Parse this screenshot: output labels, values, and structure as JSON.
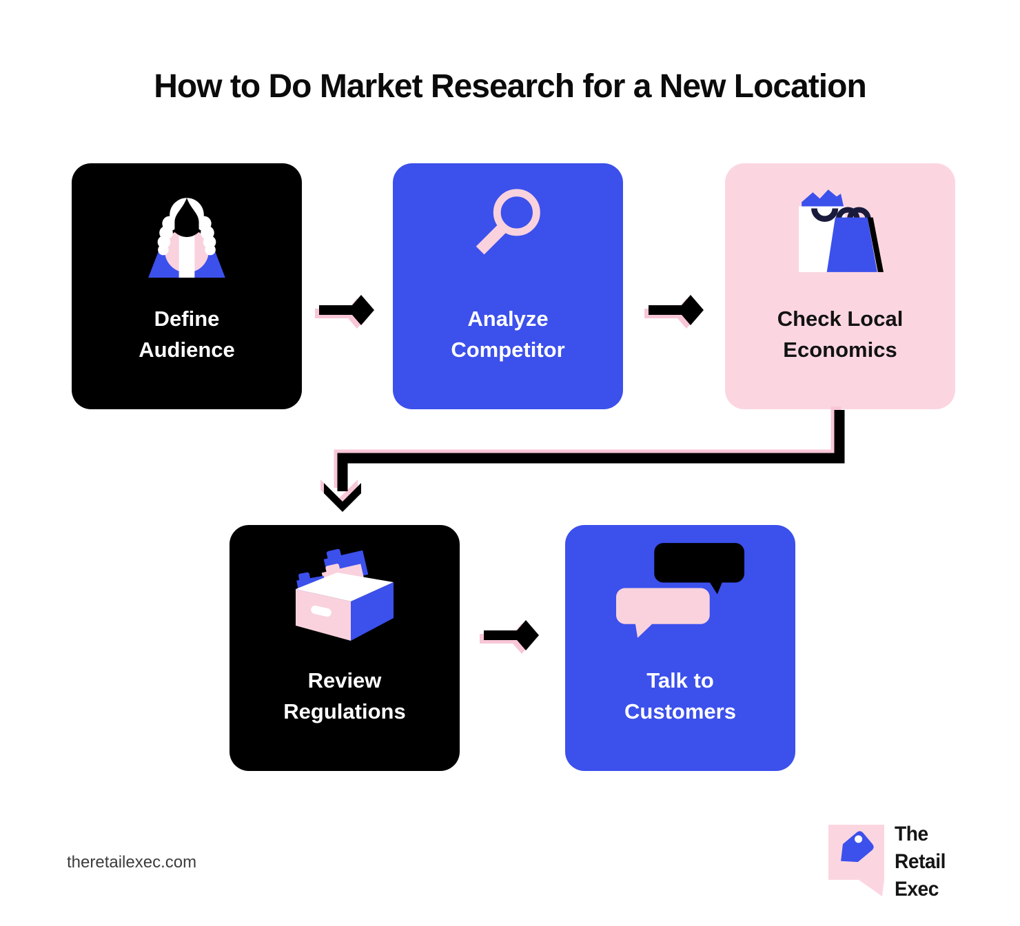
{
  "title": "How to Do Market Research for a New Location",
  "palette": {
    "blue": "#3C50EC",
    "navy": "#191A3C",
    "pink_box": "#FBD6E0",
    "icon_pink": "#F9D2DD",
    "arrow_shadow_pink": "#F8C7D7",
    "black": "#000000",
    "white": "#FFFFFF"
  },
  "steps": [
    {
      "id": "define-audience",
      "label_line1": "Define",
      "label_line2": "Audience",
      "bg": "black",
      "icon": "judge-person-icon"
    },
    {
      "id": "analyze-competitor",
      "label_line1": "Analyze",
      "label_line2": "Competitor",
      "bg": "blue",
      "icon": "magnifier-icon"
    },
    {
      "id": "check-local-economics",
      "label_line1": "Check Local",
      "label_line2": "Economics",
      "bg": "pink",
      "icon": "shopping-bags-icon"
    },
    {
      "id": "review-regulations",
      "label_line1": "Review",
      "label_line2": "Regulations",
      "bg": "black",
      "icon": "file-box-icon"
    },
    {
      "id": "talk-to-customers",
      "label_line1": "Talk to",
      "label_line2": "Customers",
      "bg": "blue",
      "icon": "speech-bubbles-icon"
    }
  ],
  "footer": {
    "website": "theretailexec.com"
  },
  "logo": {
    "line1": "The",
    "line2": "Retail",
    "line3": "Exec"
  }
}
